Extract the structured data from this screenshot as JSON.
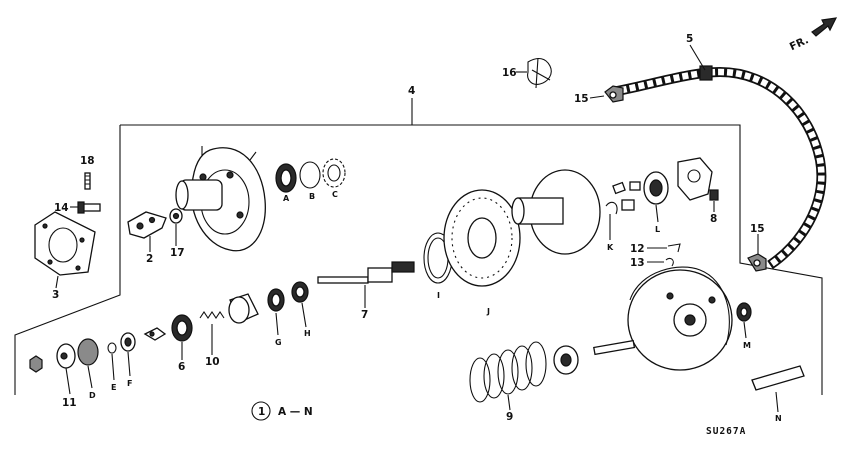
{
  "diagram": {
    "code": "SU267A",
    "front_label": "FR.",
    "legend": {
      "circle": "1",
      "text": "A — N"
    },
    "callouts": [
      "1",
      "2",
      "3",
      "4",
      "5",
      "6",
      "7",
      "8",
      "9",
      "10",
      "11",
      "12",
      "13",
      "14",
      "15",
      "15",
      "16",
      "17",
      "18",
      "A",
      "B",
      "C",
      "D",
      "E",
      "F",
      "G",
      "H",
      "I",
      "J",
      "K",
      "L",
      "M",
      "N"
    ]
  }
}
